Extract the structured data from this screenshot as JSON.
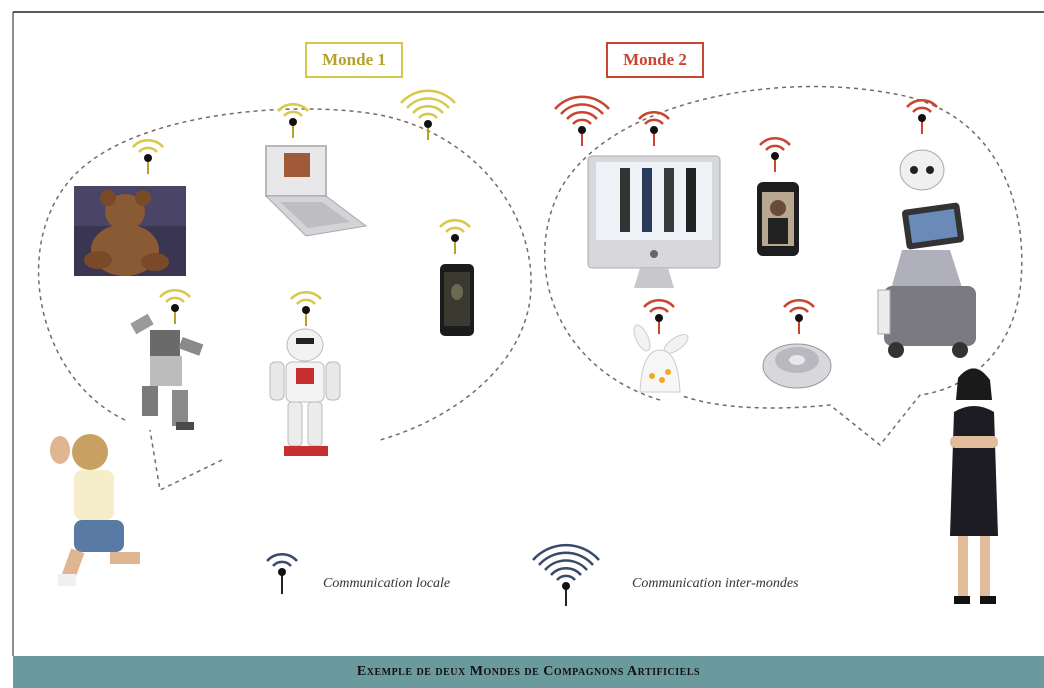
{
  "worlds": {
    "world1_label": "Monde 1",
    "world2_label": "Monde 2"
  },
  "legend": {
    "local_label": "Communication locale",
    "inter_label": "Communication inter-mondes"
  },
  "caption": "Exemple de deux Mondes de Compagnons Artificiels",
  "colors": {
    "world1": "#d8c84a",
    "world2": "#c8452f",
    "legend": "#3a4a6a",
    "caption_bg": "#6b9a9e"
  }
}
